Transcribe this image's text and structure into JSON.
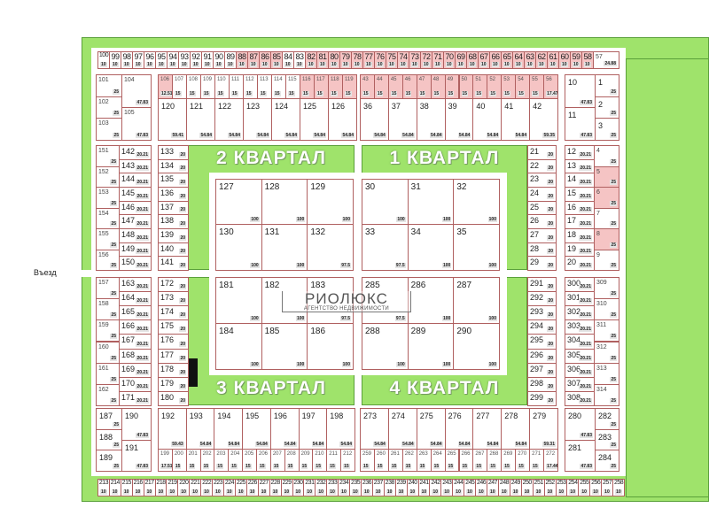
{
  "entry_label": "Въезд",
  "quarters": {
    "q1": "1 КВАРТАЛ",
    "q2": "2 КВАРТАЛ",
    "q3": "3 КВАРТАЛ",
    "q4": "4 КВАРТАЛ"
  },
  "logo": {
    "name": "РИОЛЮКС",
    "subtitle": "АГЕНТСТВО НЕДВИЖИМОСТИ"
  },
  "colors": {
    "green": "#9fe36b",
    "plot_border": "#b06060",
    "highlight": "#f5c4c4"
  },
  "groups": {
    "top_row": [
      [
        "100",
        "10"
      ],
      [
        "99",
        "10"
      ],
      [
        "98",
        "10"
      ],
      [
        "97",
        "10"
      ],
      [
        "96",
        "10"
      ],
      [
        "95",
        "10"
      ],
      [
        "94",
        "10"
      ],
      [
        "93",
        "10"
      ],
      [
        "92",
        "10"
      ],
      [
        "91",
        "10"
      ],
      [
        "90",
        "10"
      ],
      [
        "89",
        "10"
      ],
      [
        "88",
        "10",
        1
      ],
      [
        "87",
        "10",
        1
      ],
      [
        "86",
        "10",
        1
      ],
      [
        "85",
        "10",
        1
      ],
      [
        "84",
        "10"
      ],
      [
        "83",
        "10"
      ],
      [
        "82",
        "10",
        1
      ],
      [
        "81",
        "10",
        1
      ],
      [
        "80",
        "10",
        1
      ],
      [
        "79",
        "10",
        1
      ],
      [
        "78",
        "10",
        1
      ],
      [
        "77",
        "10",
        1
      ],
      [
        "76",
        "10",
        1
      ],
      [
        "75",
        "10",
        1
      ],
      [
        "74",
        "10",
        1
      ],
      [
        "73",
        "10",
        1
      ],
      [
        "72",
        "10",
        1
      ],
      [
        "71",
        "10",
        1
      ],
      [
        "70",
        "10",
        1
      ],
      [
        "69",
        "10",
        1
      ],
      [
        "68",
        "10",
        1
      ],
      [
        "67",
        "10",
        1
      ],
      [
        "66",
        "10",
        1
      ],
      [
        "65",
        "10",
        1
      ],
      [
        "64",
        "10",
        1
      ],
      [
        "63",
        "10",
        1
      ],
      [
        "62",
        "10",
        1
      ],
      [
        "61",
        "10",
        1
      ],
      [
        "60",
        "10",
        1
      ],
      [
        "59",
        "10",
        1
      ],
      [
        "58",
        "10",
        1
      ]
    ],
    "top_end": [
      [
        "57",
        "24.88"
      ]
    ],
    "b101": [
      [
        "101",
        "25"
      ],
      [
        "102",
        "25"
      ],
      [
        "103",
        "25"
      ]
    ],
    "b104": [
      [
        "104",
        "47.83"
      ],
      [
        "105",
        "47.83"
      ]
    ],
    "b106": [
      [
        "106",
        "12.51",
        1
      ],
      [
        "107",
        "15"
      ],
      [
        "108",
        "15"
      ],
      [
        "109",
        "15"
      ],
      [
        "110",
        "15"
      ],
      [
        "111",
        "15"
      ],
      [
        "112",
        "15"
      ],
      [
        "113",
        "15"
      ],
      [
        "114",
        "15"
      ],
      [
        "115",
        "15"
      ],
      [
        "116",
        "15",
        1
      ],
      [
        "117",
        "15",
        1
      ],
      [
        "118",
        "15",
        1
      ],
      [
        "119",
        "15",
        1
      ]
    ],
    "b120": [
      [
        "120",
        "59.41"
      ],
      [
        "121",
        "54.84"
      ],
      [
        "122",
        "54.84"
      ],
      [
        "123",
        "54.84"
      ],
      [
        "124",
        "54.84"
      ],
      [
        "125",
        "54.84"
      ],
      [
        "126",
        "54.84"
      ]
    ],
    "b43": [
      [
        "43",
        "15",
        1
      ],
      [
        "44",
        "15",
        1
      ],
      [
        "45",
        "15",
        1
      ],
      [
        "46",
        "15",
        1
      ],
      [
        "47",
        "15",
        1
      ],
      [
        "48",
        "15",
        1
      ],
      [
        "49",
        "15",
        1
      ],
      [
        "50",
        "15",
        1
      ],
      [
        "51",
        "15",
        1
      ],
      [
        "52",
        "15",
        1
      ],
      [
        "53",
        "15",
        1
      ],
      [
        "54",
        "15",
        1
      ],
      [
        "55",
        "15",
        1
      ],
      [
        "56",
        "17.47",
        1
      ]
    ],
    "b36": [
      [
        "36",
        "54.84"
      ],
      [
        "37",
        "54.84"
      ],
      [
        "38",
        "54.84"
      ],
      [
        "39",
        "54.84"
      ],
      [
        "40",
        "54.84"
      ],
      [
        "41",
        "54.84"
      ],
      [
        "42",
        "59.35"
      ]
    ],
    "b10": [
      [
        "10",
        "47.83"
      ],
      [
        "11",
        "47.83"
      ]
    ],
    "b1": [
      [
        "1",
        "25"
      ],
      [
        "2",
        "25"
      ],
      [
        "3",
        "25"
      ]
    ],
    "b151": [
      [
        "151",
        "25"
      ],
      [
        "152",
        "25"
      ],
      [
        "153",
        "25"
      ],
      [
        "154",
        "25"
      ],
      [
        "155",
        "25"
      ],
      [
        "156",
        "25"
      ]
    ],
    "b142": [
      [
        "142",
        "20.21"
      ],
      [
        "143",
        "20.21"
      ],
      [
        "144",
        "20.21"
      ],
      [
        "145",
        "20.21"
      ],
      [
        "146",
        "20.21"
      ],
      [
        "147",
        "20.21"
      ],
      [
        "148",
        "20.21"
      ],
      [
        "149",
        "20.21"
      ],
      [
        "150",
        "20.21"
      ]
    ],
    "b133": [
      [
        "133",
        "20"
      ],
      [
        "134",
        "20"
      ],
      [
        "135",
        "20"
      ],
      [
        "136",
        "20"
      ],
      [
        "137",
        "20"
      ],
      [
        "138",
        "20"
      ],
      [
        "139",
        "20"
      ],
      [
        "140",
        "20"
      ],
      [
        "141",
        "20"
      ]
    ],
    "b157": [
      [
        "157",
        "25"
      ],
      [
        "158",
        "25"
      ],
      [
        "159",
        "25"
      ],
      [
        "160",
        "25"
      ],
      [
        "161",
        "25"
      ],
      [
        "162",
        "25"
      ]
    ],
    "b163": [
      [
        "163",
        "20.21"
      ],
      [
        "164",
        "20.21"
      ],
      [
        "165",
        "20.21"
      ],
      [
        "166",
        "20.21"
      ],
      [
        "167",
        "20.21"
      ],
      [
        "168",
        "20.21"
      ],
      [
        "169",
        "20.21"
      ],
      [
        "170",
        "20.21"
      ],
      [
        "171",
        "20.21"
      ]
    ],
    "b172": [
      [
        "172",
        "20"
      ],
      [
        "173",
        "20"
      ],
      [
        "174",
        "20"
      ],
      [
        "175",
        "20"
      ],
      [
        "176",
        "20"
      ],
      [
        "177",
        "20"
      ],
      [
        "178",
        "20"
      ],
      [
        "179",
        "20"
      ],
      [
        "180",
        "20"
      ]
    ],
    "b21": [
      [
        "21",
        "20"
      ],
      [
        "22",
        "20"
      ],
      [
        "23",
        "20"
      ],
      [
        "24",
        "20"
      ],
      [
        "25",
        "20"
      ],
      [
        "26",
        "20"
      ],
      [
        "27",
        "20"
      ],
      [
        "28",
        "20"
      ],
      [
        "29",
        "20"
      ]
    ],
    "b12": [
      [
        "12",
        "20.21"
      ],
      [
        "13",
        "20.21"
      ],
      [
        "14",
        "20.21"
      ],
      [
        "15",
        "20.21"
      ],
      [
        "16",
        "20.21"
      ],
      [
        "17",
        "20.21"
      ],
      [
        "18",
        "20.21"
      ],
      [
        "19",
        "20.21"
      ],
      [
        "20",
        "20.21"
      ]
    ],
    "b4": [
      [
        "4",
        "25"
      ],
      [
        "5",
        "25",
        1
      ],
      [
        "6",
        "25",
        1
      ],
      [
        "7",
        "25"
      ],
      [
        "8",
        "25",
        1
      ],
      [
        "9",
        "25"
      ]
    ],
    "b291": [
      [
        "291",
        "20"
      ],
      [
        "292",
        "20"
      ],
      [
        "293",
        "20"
      ],
      [
        "294",
        "20"
      ],
      [
        "295",
        "20"
      ],
      [
        "296",
        "20"
      ],
      [
        "297",
        "20"
      ],
      [
        "298",
        "20"
      ],
      [
        "299",
        "20"
      ]
    ],
    "b300": [
      [
        "300",
        "20.21"
      ],
      [
        "301",
        "20.21"
      ],
      [
        "302",
        "20.21"
      ],
      [
        "303",
        "20.21"
      ],
      [
        "304",
        "20.21"
      ],
      [
        "305",
        "20.21"
      ],
      [
        "306",
        "20.21"
      ],
      [
        "307",
        "20.21"
      ],
      [
        "308",
        "20.21"
      ]
    ],
    "b309": [
      [
        "309",
        "25"
      ],
      [
        "310",
        "25"
      ],
      [
        "311",
        "25"
      ],
      [
        "312",
        "25"
      ],
      [
        "313",
        "25"
      ],
      [
        "314",
        "25"
      ]
    ],
    "c127": [
      [
        "127",
        "100"
      ],
      [
        "128",
        "100"
      ],
      [
        "129",
        "100"
      ]
    ],
    "c130": [
      [
        "130",
        "100"
      ],
      [
        "131",
        "100"
      ],
      [
        "132",
        "97.5"
      ]
    ],
    "c30": [
      [
        "30",
        "100"
      ],
      [
        "31",
        "100"
      ],
      [
        "32",
        "100"
      ]
    ],
    "c33": [
      [
        "33",
        "97.5"
      ],
      [
        "34",
        "100"
      ],
      [
        "35",
        "100"
      ]
    ],
    "c181": [
      [
        "181",
        "100"
      ],
      [
        "182",
        "100"
      ],
      [
        "183",
        "97.5"
      ]
    ],
    "c184": [
      [
        "184",
        "100"
      ],
      [
        "185",
        "100"
      ],
      [
        "186",
        "100"
      ]
    ],
    "c285": [
      [
        "285",
        "97.5"
      ],
      [
        "286",
        "100"
      ],
      [
        "287",
        "100"
      ]
    ],
    "c288": [
      [
        "288",
        "100"
      ],
      [
        "289",
        "100"
      ],
      [
        "290",
        "100"
      ]
    ],
    "b187": [
      [
        "187",
        "25"
      ],
      [
        "188",
        "25"
      ],
      [
        "189",
        "25"
      ]
    ],
    "b190": [
      [
        "190",
        "47.83"
      ],
      [
        "191",
        "47.83"
      ]
    ],
    "b192": [
      [
        "192",
        "59.43"
      ],
      [
        "193",
        "54.84"
      ],
      [
        "194",
        "54.84"
      ],
      [
        "195",
        "54.84"
      ],
      [
        "196",
        "54.84"
      ],
      [
        "197",
        "54.84"
      ],
      [
        "198",
        "54.84"
      ]
    ],
    "b199": [
      [
        "199",
        "17.51"
      ],
      [
        "200",
        "15"
      ],
      [
        "201",
        "15"
      ],
      [
        "202",
        "15"
      ],
      [
        "203",
        "15"
      ],
      [
        "204",
        "15"
      ],
      [
        "205",
        "15"
      ],
      [
        "206",
        "15"
      ],
      [
        "207",
        "15"
      ],
      [
        "208",
        "15"
      ],
      [
        "209",
        "15"
      ],
      [
        "210",
        "15"
      ],
      [
        "211",
        "15"
      ],
      [
        "212",
        "15"
      ]
    ],
    "b273": [
      [
        "273",
        "54.84"
      ],
      [
        "274",
        "54.84"
      ],
      [
        "275",
        "54.84"
      ],
      [
        "276",
        "54.84"
      ],
      [
        "277",
        "54.84"
      ],
      [
        "278",
        "54.84"
      ],
      [
        "279",
        "59.31"
      ]
    ],
    "b259": [
      [
        "259",
        "15"
      ],
      [
        "260",
        "15"
      ],
      [
        "261",
        "15"
      ],
      [
        "262",
        "15"
      ],
      [
        "263",
        "15"
      ],
      [
        "264",
        "15"
      ],
      [
        "265",
        "15"
      ],
      [
        "266",
        "15"
      ],
      [
        "267",
        "15"
      ],
      [
        "268",
        "15"
      ],
      [
        "269",
        "15"
      ],
      [
        "270",
        "15"
      ],
      [
        "271",
        "15"
      ],
      [
        "272",
        "17.44"
      ]
    ],
    "b280": [
      [
        "280",
        "47.83"
      ],
      [
        "281",
        "47.83"
      ]
    ],
    "b282": [
      [
        "282",
        "25"
      ],
      [
        "283",
        "25"
      ],
      [
        "284",
        "25"
      ]
    ],
    "bottom_row": [
      [
        "213",
        "10"
      ],
      [
        "214",
        "10"
      ],
      [
        "215",
        "10"
      ],
      [
        "216",
        "10"
      ],
      [
        "217",
        "10"
      ],
      [
        "218",
        "10"
      ],
      [
        "219",
        "10"
      ],
      [
        "220",
        "10"
      ],
      [
        "221",
        "10"
      ],
      [
        "222",
        "10"
      ],
      [
        "223",
        "10"
      ],
      [
        "224",
        "10"
      ],
      [
        "225",
        "10"
      ],
      [
        "226",
        "10"
      ],
      [
        "227",
        "10"
      ],
      [
        "228",
        "10"
      ],
      [
        "229",
        "10"
      ],
      [
        "230",
        "10"
      ],
      [
        "231",
        "10"
      ],
      [
        "232",
        "10"
      ],
      [
        "233",
        "10"
      ],
      [
        "234",
        "10"
      ],
      [
        "235",
        "10"
      ],
      [
        "236",
        "10"
      ],
      [
        "237",
        "10"
      ],
      [
        "238",
        "10"
      ],
      [
        "239",
        "10"
      ],
      [
        "240",
        "10"
      ],
      [
        "241",
        "10"
      ],
      [
        "242",
        "10"
      ],
      [
        "243",
        "10"
      ],
      [
        "244",
        "10"
      ],
      [
        "245",
        "10"
      ],
      [
        "246",
        "10"
      ],
      [
        "247",
        "10"
      ],
      [
        "248",
        "10"
      ],
      [
        "249",
        "10"
      ],
      [
        "250",
        "10"
      ],
      [
        "251",
        "10"
      ],
      [
        "252",
        "10"
      ],
      [
        "253",
        "10"
      ],
      [
        "254",
        "10"
      ],
      [
        "255",
        "10"
      ],
      [
        "256",
        "10"
      ],
      [
        "257",
        "10"
      ],
      [
        "258",
        "10"
      ]
    ]
  }
}
